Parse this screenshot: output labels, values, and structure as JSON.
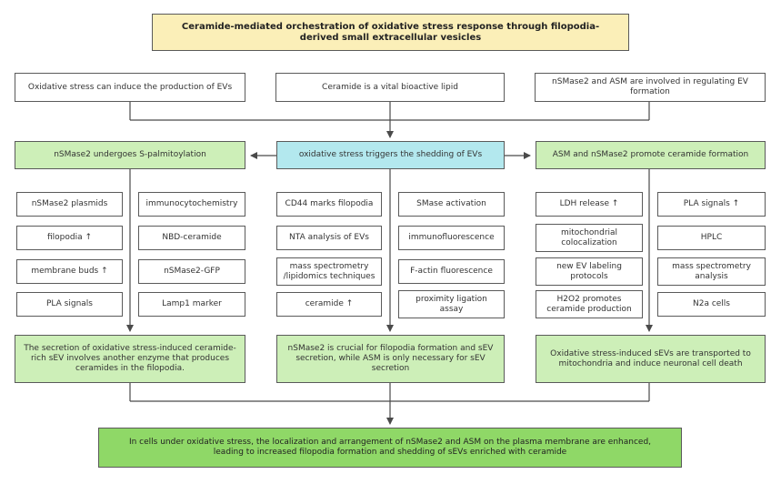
{
  "title": "Ceramide-mediated orchestration of oxidative stress response through filopodia-derived small extracellular vesicles",
  "top_boxes": [
    "Oxidative stress can induce the production of EVs",
    "Ceramide is a vital bioactive lipid",
    "nSMase2 and ASM are involved in regulating EV formation"
  ],
  "middle": {
    "left": "nSMase2 undergoes S-palmitoylation",
    "center": "oxidative stress triggers the shedding of EVs",
    "right": "ASM and nSMase2 promote ceramide formation"
  },
  "methods": {
    "col1": [
      "nSMase2 plasmids",
      "filopodia ↑",
      "membrane buds ↑",
      "PLA signals"
    ],
    "col2": [
      "immunocytochemistry",
      "NBD-ceramide",
      "nSMase2-GFP",
      "Lamp1 marker"
    ],
    "col3": [
      "CD44 marks filopodia",
      "NTA analysis of EVs",
      "mass spectrometry /lipidomics techniques",
      "ceramide ↑"
    ],
    "col4": [
      "SMase activation",
      "immunofluorescence",
      "F-actin fluorescence",
      "proximity ligation assay"
    ],
    "col5": [
      "LDH release ↑",
      "mitochondrial colocalization",
      "new EV labeling protocols",
      "H2O2 promotes ceramide production"
    ],
    "col6": [
      "PLA signals ↑",
      "HPLC",
      "mass spectrometry analysis",
      "N2a cells"
    ]
  },
  "findings": {
    "left": "The secretion of oxidative stress-induced ceramide-rich sEV involves another enzyme that produces ceramides in the filopodia.",
    "center": "nSMase2 is crucial for filopodia formation and sEV secretion, while ASM is only necessary for sEV secretion",
    "right": "Oxidative stress-induced sEVs are transported to mitochondria and induce neuronal cell death"
  },
  "conclusion": "In cells under oxidative stress, the localization and arrangement of nSMase2 and ASM on the plasma membrane are enhanced, leading to increased filopodia formation and shedding of sEVs enriched with ceramide",
  "colors": {
    "title_bg": "#fbefb8",
    "green_bg": "#cdefb8",
    "cyan_bg": "#b3e8ee",
    "final_bg": "#8fd867",
    "line": "#4a4a4a"
  }
}
